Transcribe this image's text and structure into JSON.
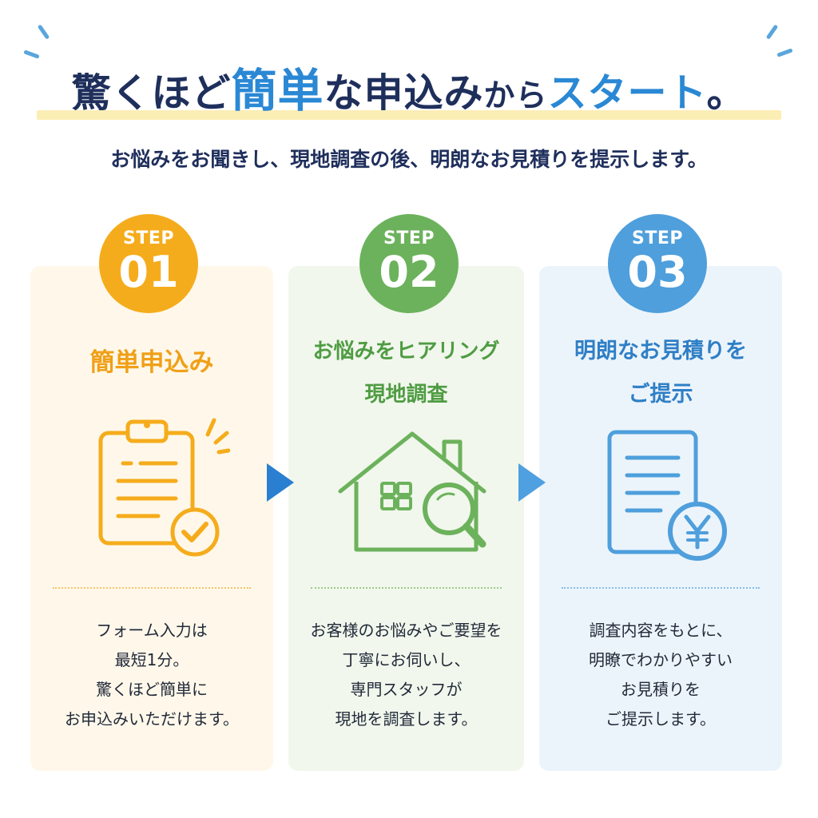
{
  "headline": {
    "part1": "驚くほど",
    "part2": "簡単",
    "part3": "な申込み",
    "part4": "から",
    "part5": "スタート",
    "part6": "。"
  },
  "subtitle": "お悩みをお聞きし、現地調査の後、明朗なお見積りを提示します。",
  "colors": {
    "navy": "#1f2f5c",
    "blue": "#2a88d4",
    "step1": "#f5ac1c",
    "step2": "#6cb25c",
    "step3": "#4e9fdc"
  },
  "steps": [
    {
      "badge_label": "STEP",
      "number": "01",
      "title_lines": [
        "簡単申込み"
      ],
      "icon": "clipboard-check-icon",
      "description_lines": [
        "フォーム入力は",
        "最短1分。",
        "驚くほど簡単に",
        "お申込みいただけます。"
      ]
    },
    {
      "badge_label": "STEP",
      "number": "02",
      "title_lines": [
        "お悩みをヒアリング",
        "現地調査"
      ],
      "icon": "house-search-icon",
      "description_lines": [
        "お客様のお悩みやご要望を",
        "丁寧にお伺いし、",
        "専門スタッフが",
        "現地を調査します。"
      ]
    },
    {
      "badge_label": "STEP",
      "number": "03",
      "title_lines": [
        "明朗なお見積りを",
        "ご提示"
      ],
      "icon": "document-yen-icon",
      "description_lines": [
        "調査内容をもとに、",
        "明瞭でわかりやすい",
        "お見積りを",
        "ご提示します。"
      ]
    }
  ]
}
